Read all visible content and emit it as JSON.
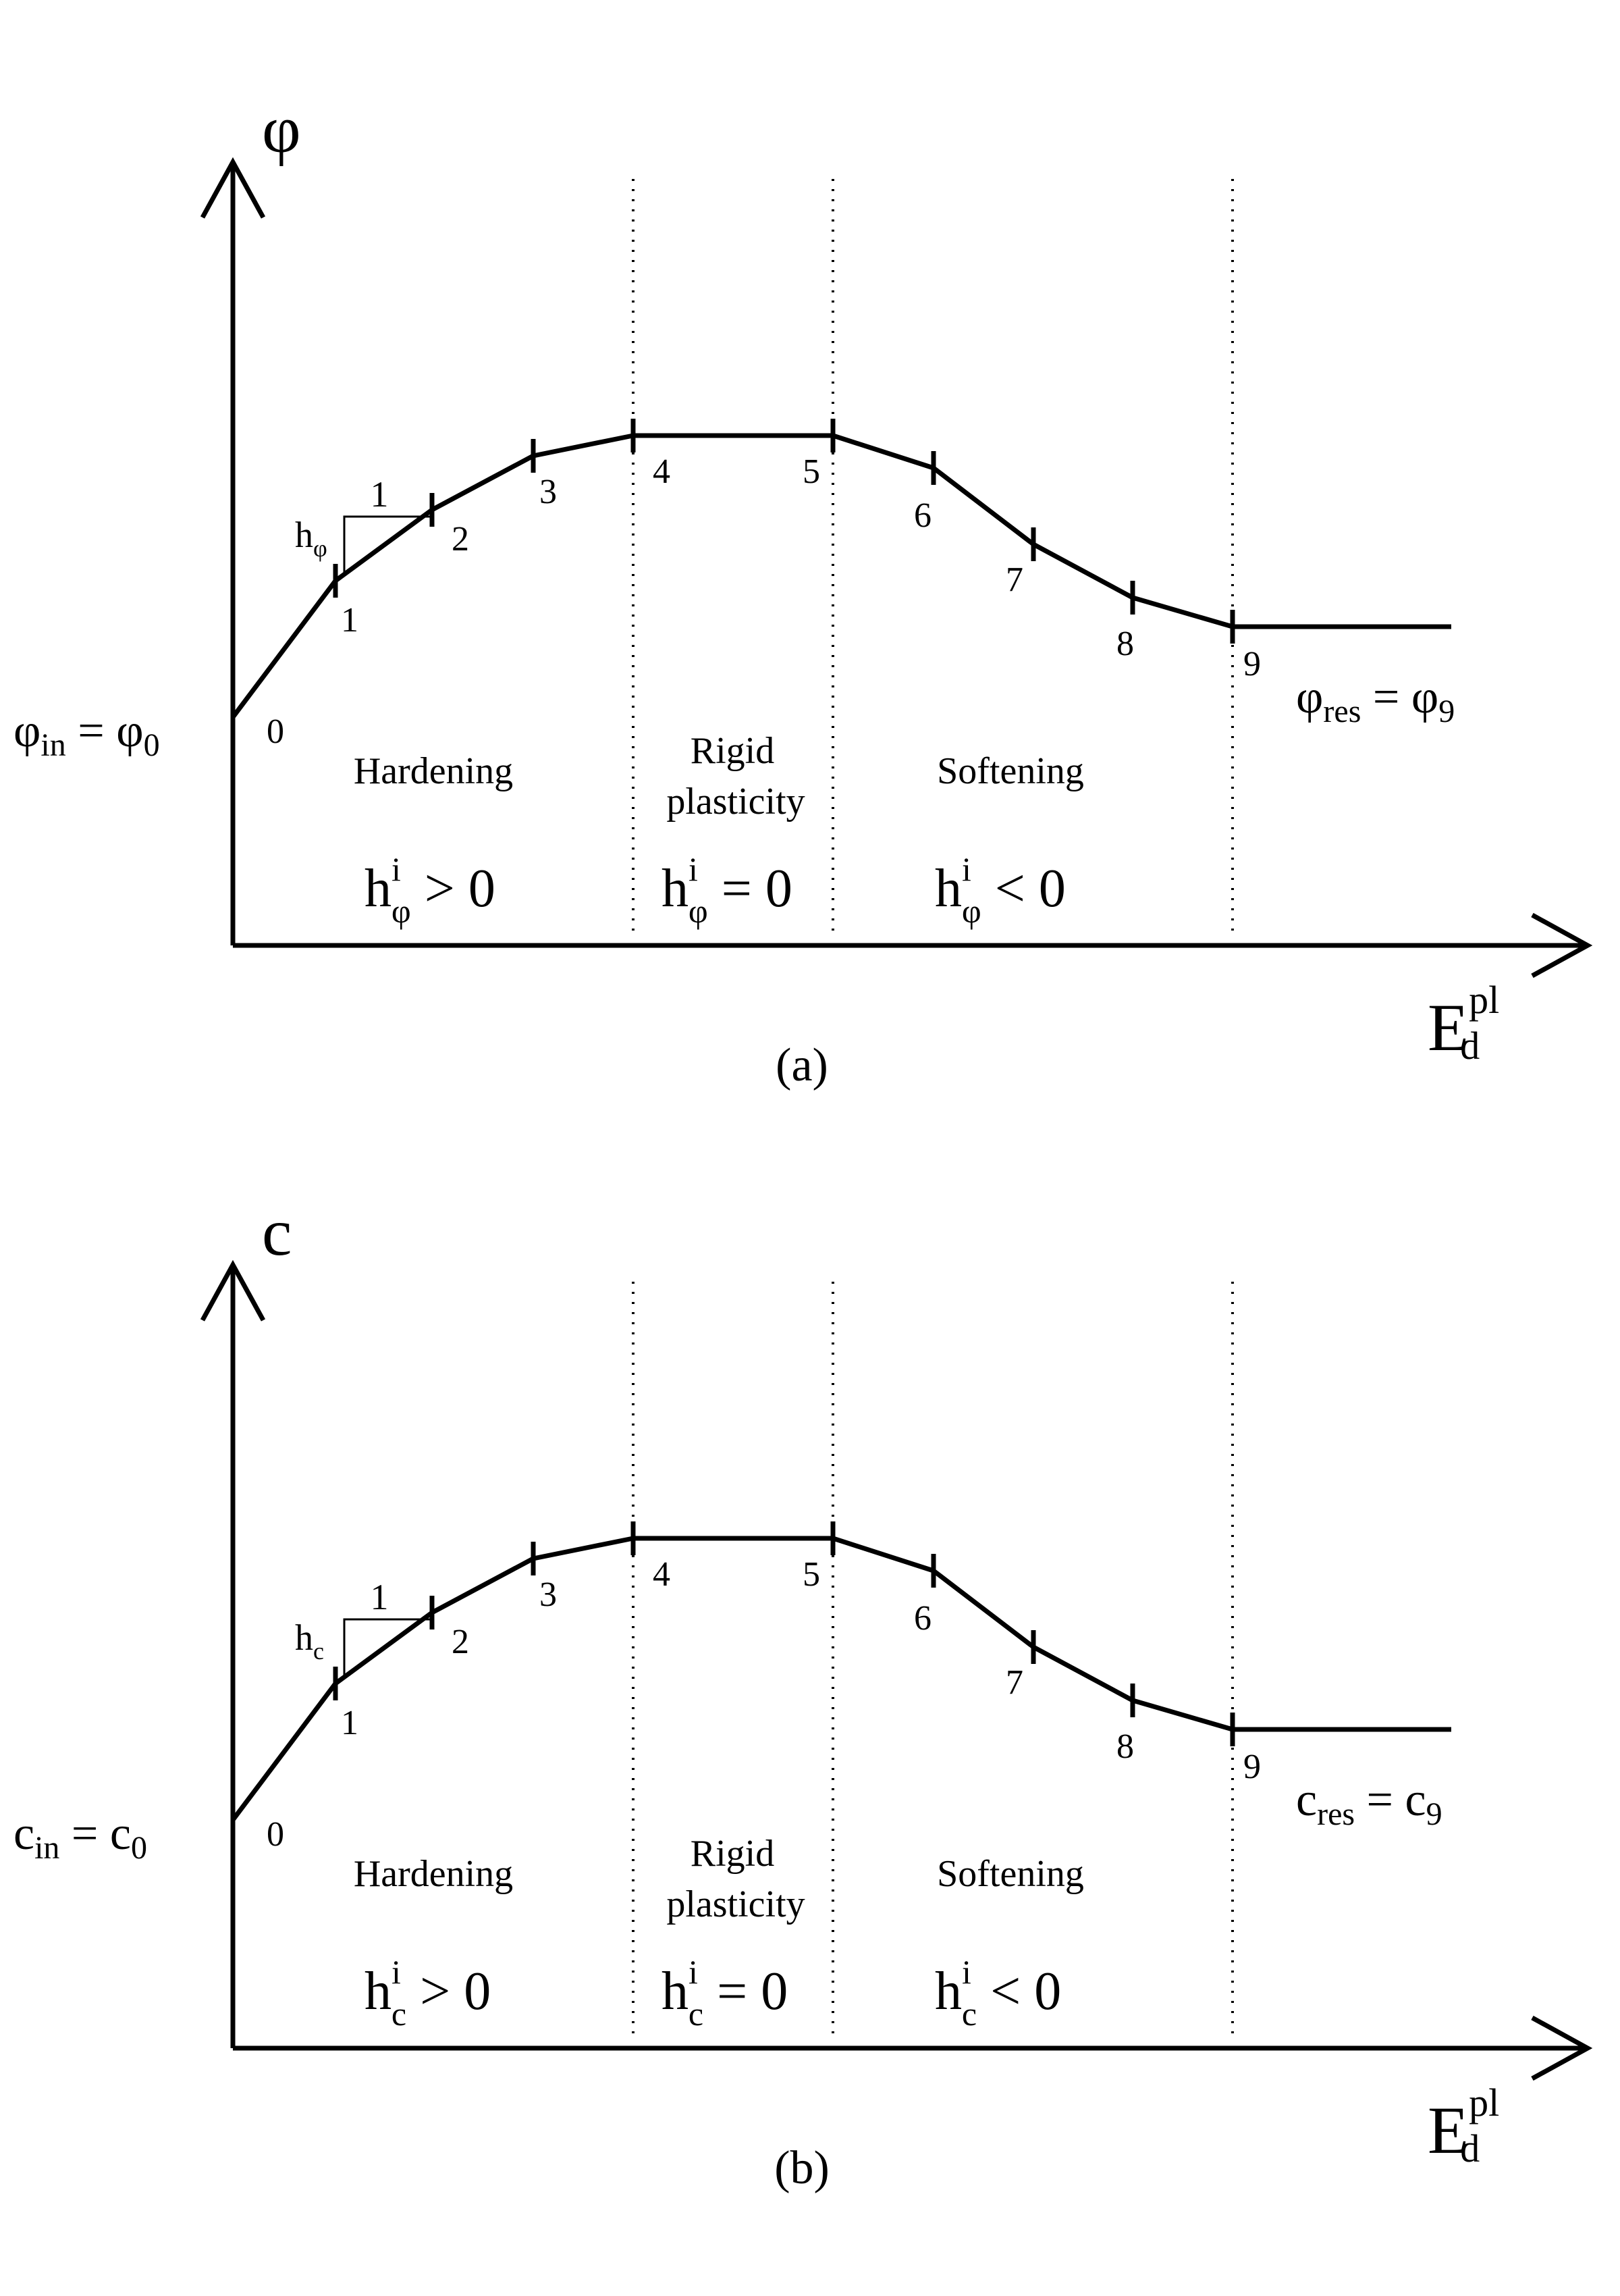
{
  "panels": [
    {
      "id": "a",
      "caption": "(a)",
      "y_axis_symbol": "φ",
      "x_axis": {
        "base": "E",
        "sub": "d",
        "sup": "pl"
      },
      "left_label": {
        "a": "φ",
        "a_sub": "in",
        "eq": " = ",
        "b": "φ",
        "b_sub": "0"
      },
      "right_label": {
        "a": "φ",
        "a_sub": "res",
        "eq": " = ",
        "b": "φ",
        "b_sub": "9"
      },
      "slope_label": {
        "base": "h",
        "sub": "φ"
      },
      "slope_run": "1",
      "points": [
        "0",
        "1",
        "2",
        "3",
        "4",
        "5",
        "6",
        "7",
        "8",
        "9"
      ],
      "regions": {
        "hardening": "Hardening",
        "rigid_1": "Rigid",
        "rigid_2": "plasticity",
        "softening": "Softening"
      },
      "conditions": [
        {
          "base": "h",
          "sup": "i",
          "sub": "φ",
          "rel": " > 0"
        },
        {
          "base": "h",
          "sup": "i",
          "sub": "φ",
          "rel": " = 0"
        },
        {
          "base": "h",
          "sup": "i",
          "sub": "φ",
          "rel": " < 0"
        }
      ]
    },
    {
      "id": "b",
      "caption": "(b)",
      "y_axis_symbol": "c",
      "x_axis": {
        "base": "E",
        "sub": "d",
        "sup": "pl"
      },
      "left_label": {
        "a": "c",
        "a_sub": "in",
        "eq": " = ",
        "b": "c",
        "b_sub": "0"
      },
      "right_label": {
        "a": "c",
        "a_sub": "res",
        "eq": " = ",
        "b": "c",
        "b_sub": "9"
      },
      "slope_label": {
        "base": "h",
        "sub": "c"
      },
      "slope_run": "1",
      "points": [
        "0",
        "1",
        "2",
        "3",
        "4",
        "5",
        "6",
        "7",
        "8",
        "9"
      ],
      "regions": {
        "hardening": "Hardening",
        "rigid_1": "Rigid",
        "rigid_2": "plasticity",
        "softening": "Softening"
      },
      "conditions": [
        {
          "base": "h",
          "sup": "i",
          "sub": "c",
          "rel": " > 0"
        },
        {
          "base": "h",
          "sup": "i",
          "sub": "c",
          "rel": " = 0"
        },
        {
          "base": "h",
          "sup": "i",
          "sub": "c",
          "rel": " < 0"
        }
      ]
    }
  ]
}
